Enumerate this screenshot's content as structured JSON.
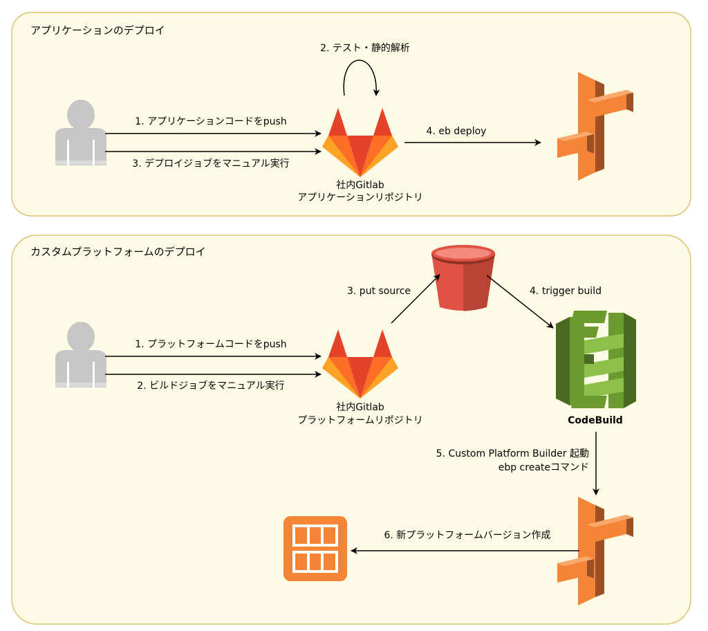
{
  "colors": {
    "group_fill": "#fdfbe6",
    "group_stroke": "#d6b656",
    "user_gray": "#c6c6c6",
    "gitlab_orange": "#fc6d26",
    "gitlab_red": "#e24329",
    "gitlab_light": "#fca326",
    "aws_orange": "#f58536",
    "s3_red": "#e05243",
    "codebuild_green": "#6b9a2f"
  },
  "group_app": {
    "title": "アプリケーションのデプロイ",
    "step1": "1. アプリケーションコードをpush",
    "step2": "2. テスト・静的解析",
    "step3": "3. デプロイジョブをマニュアル実行",
    "step4": "4. eb deploy",
    "gitlab_line1": "社内Gitlab",
    "gitlab_line2": "アプリケーションリポジトリ"
  },
  "group_platform": {
    "title": "カスタムプラットフォームのデプロイ",
    "step1": "1. プラットフォームコードをpush",
    "step2": "2. ビルドジョブをマニュアル実行",
    "step3": "3. put source",
    "step4": "4. trigger build",
    "step5_line1": "5. Custom Platform Builder 起動",
    "step5_line2": "ebp createコマンド",
    "step6": "6. 新プラットフォームバージョン作成",
    "gitlab_line1": "社内Gitlab",
    "gitlab_line2": "プラットフォームリポジトリ",
    "codebuild_label": "CodeBuild"
  }
}
